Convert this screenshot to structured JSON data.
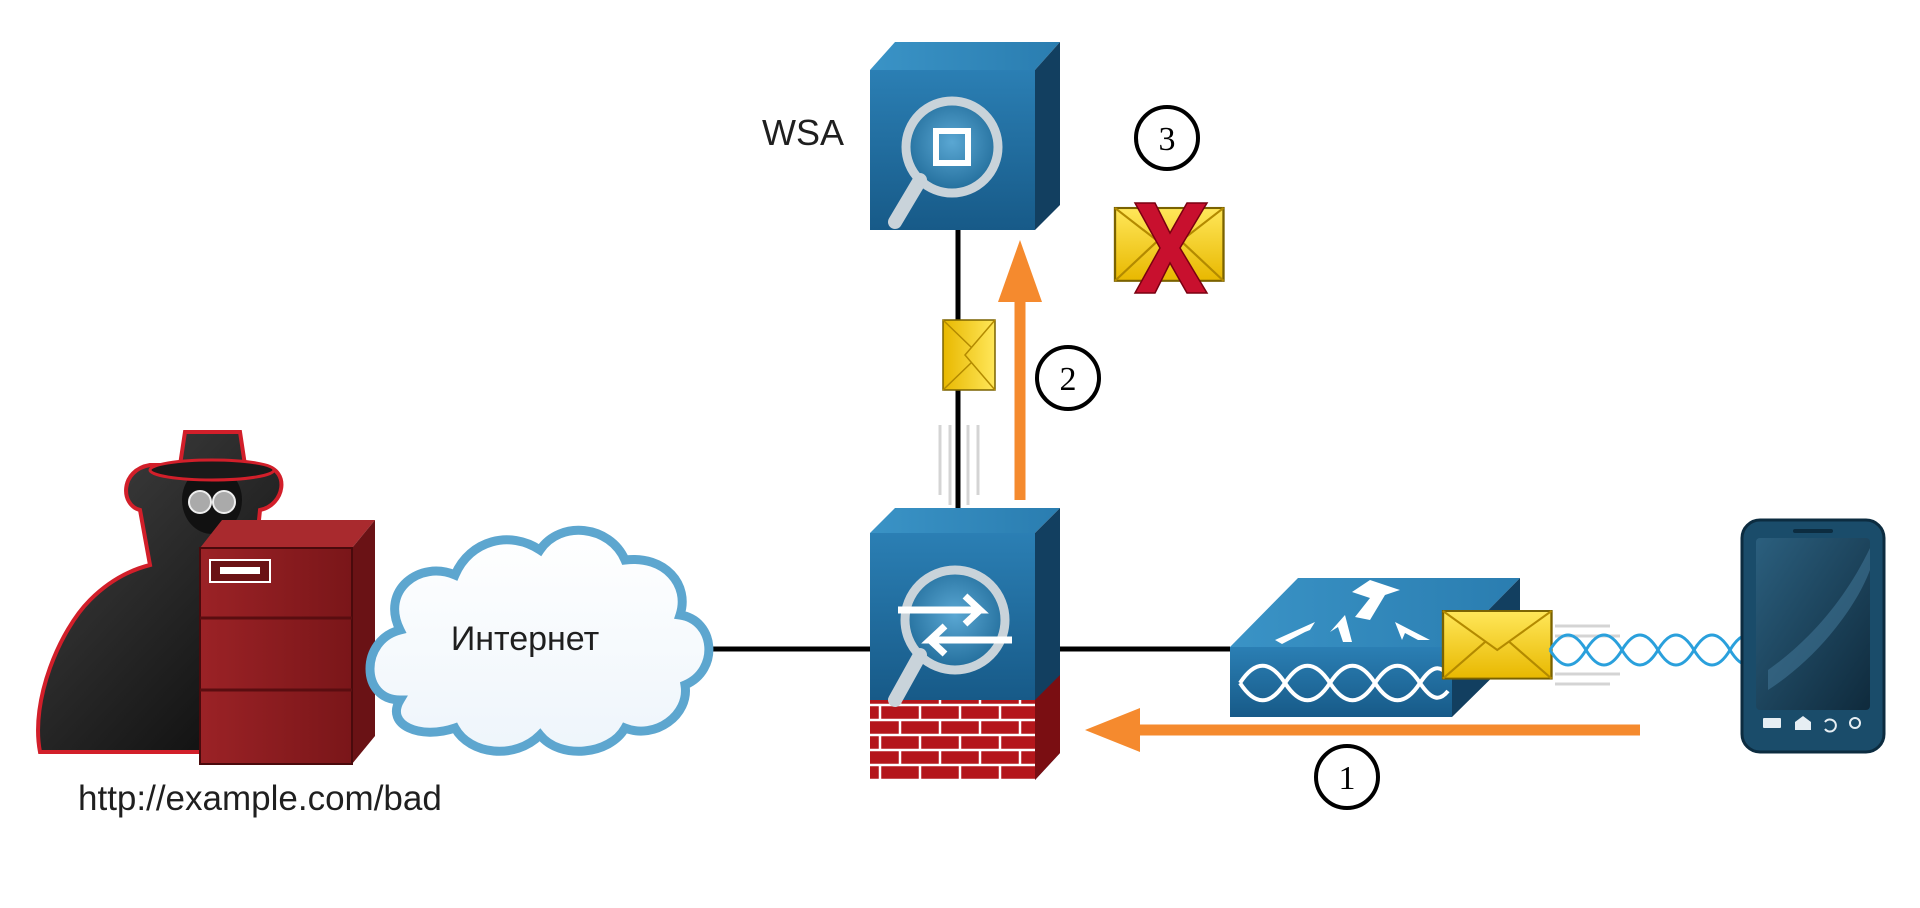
{
  "labels": {
    "wsa": "WSA",
    "internet": "Интернет",
    "url": "http://example.com/bad"
  },
  "steps": [
    "1",
    "2",
    "3"
  ],
  "icons": {
    "attacker": "hacker-with-hat-icon",
    "server": "red-server-icon",
    "cloud": "internet-cloud-icon",
    "firewall": "asa-firewall-icon",
    "wsa": "web-security-appliance-icon",
    "access_point": "wireless-access-point-icon",
    "phone": "smartphone-icon",
    "envelope": "envelope-icon",
    "blocked": "blocked-x-icon"
  },
  "colors": {
    "device_blue": "#1f6fa2",
    "device_dark": "#154f77",
    "arrow_orange": "#f58a2e",
    "envelope_yellow": "#f6d21f",
    "block_red": "#c8102e",
    "server_red": "#8e1c1f",
    "wireless_blue": "#2aa0dc"
  }
}
